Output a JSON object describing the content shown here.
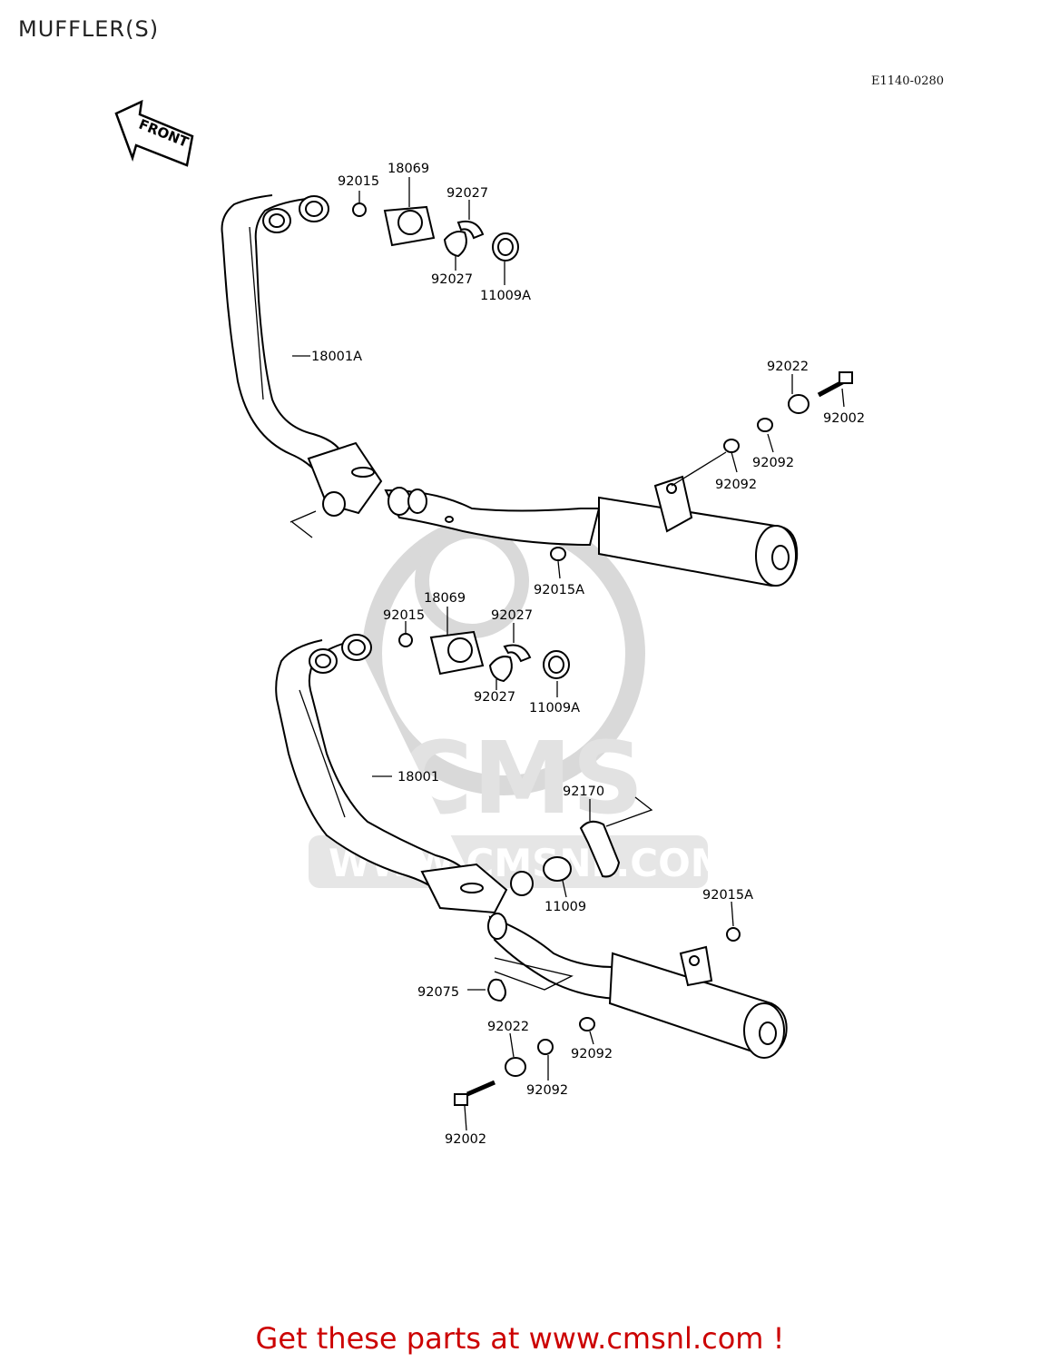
{
  "title": "MUFFLER(S)",
  "diagram_code": "E1140-0280",
  "front_arrow_label": "FRONT",
  "watermark": {
    "logo_text": "CMS",
    "url_text": "WWW.CMSNL.COM"
  },
  "footer": "Get these parts at www.cmsnl.com !",
  "colors": {
    "footer": "#cc0000",
    "watermark": "#d9d9d9"
  },
  "upper_assembly": {
    "labels": {
      "bolt_cap": "92015",
      "flange": "18069",
      "split_keeper_top": "92027",
      "split_keeper_bottom": "92027",
      "gasket": "11009A",
      "exhaust_pipe": "18001A",
      "bracket_collar": "92022",
      "mount_bolt": "92002",
      "damper_outer": "92092",
      "damper_inner": "92092",
      "muffler_nut": "92015A"
    }
  },
  "lower_assembly": {
    "labels": {
      "bolt_cap": "92015",
      "flange": "18069",
      "split_keeper_top": "92027",
      "split_keeper_bottom": "92027",
      "gasket": "11009A",
      "exhaust_pipe": "18001",
      "clamp": "92170",
      "joint_gasket": "11009",
      "muffler_nut": "92015A",
      "rubber_mount": "92075",
      "bracket_collar": "92022",
      "damper_outer": "92092",
      "damper_inner": "92092",
      "mount_bolt": "92002"
    }
  }
}
